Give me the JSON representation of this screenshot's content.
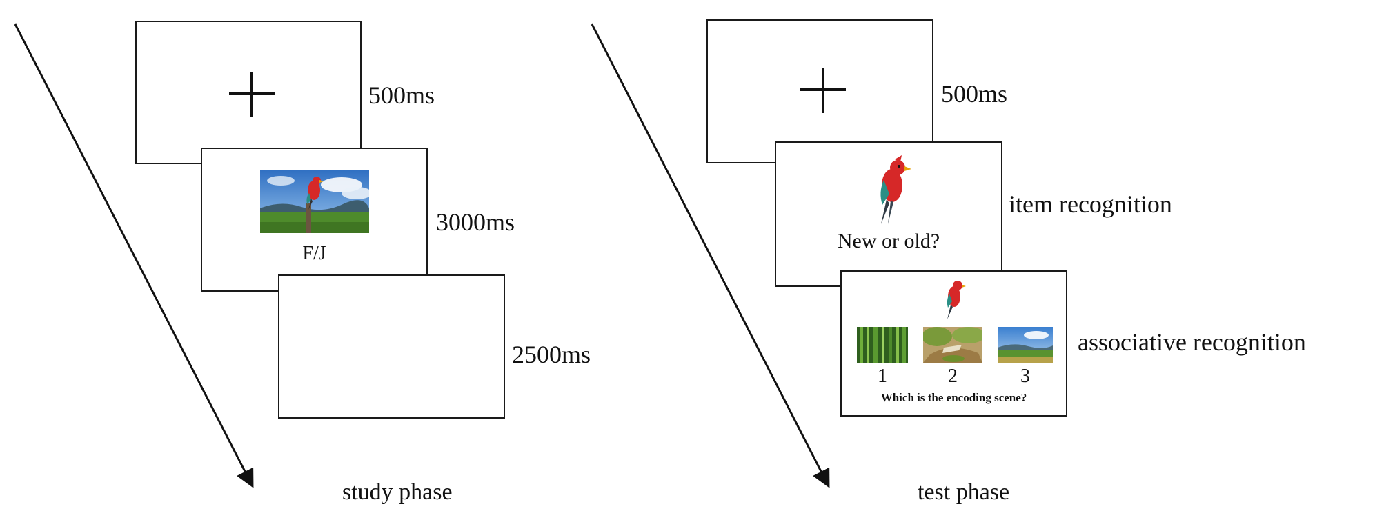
{
  "study": {
    "fixation_duration": "500ms",
    "encoding_response": "F/J",
    "encoding_duration": "3000ms",
    "blank_duration": "2500ms",
    "phase_label": "study phase"
  },
  "test": {
    "fixation_duration": "500ms",
    "item_question": "New or old?",
    "item_label": "item recognition",
    "options": [
      "1",
      "2",
      "3"
    ],
    "assoc_question": "Which is the encoding scene?",
    "assoc_label": "associative recognition",
    "phase_label": "test phase"
  },
  "colors": {
    "bird_red": "#d62828",
    "bird_teal": "#2a8f86",
    "sky_blue": "#3a7fd0",
    "grass_green": "#4e8b2b"
  }
}
